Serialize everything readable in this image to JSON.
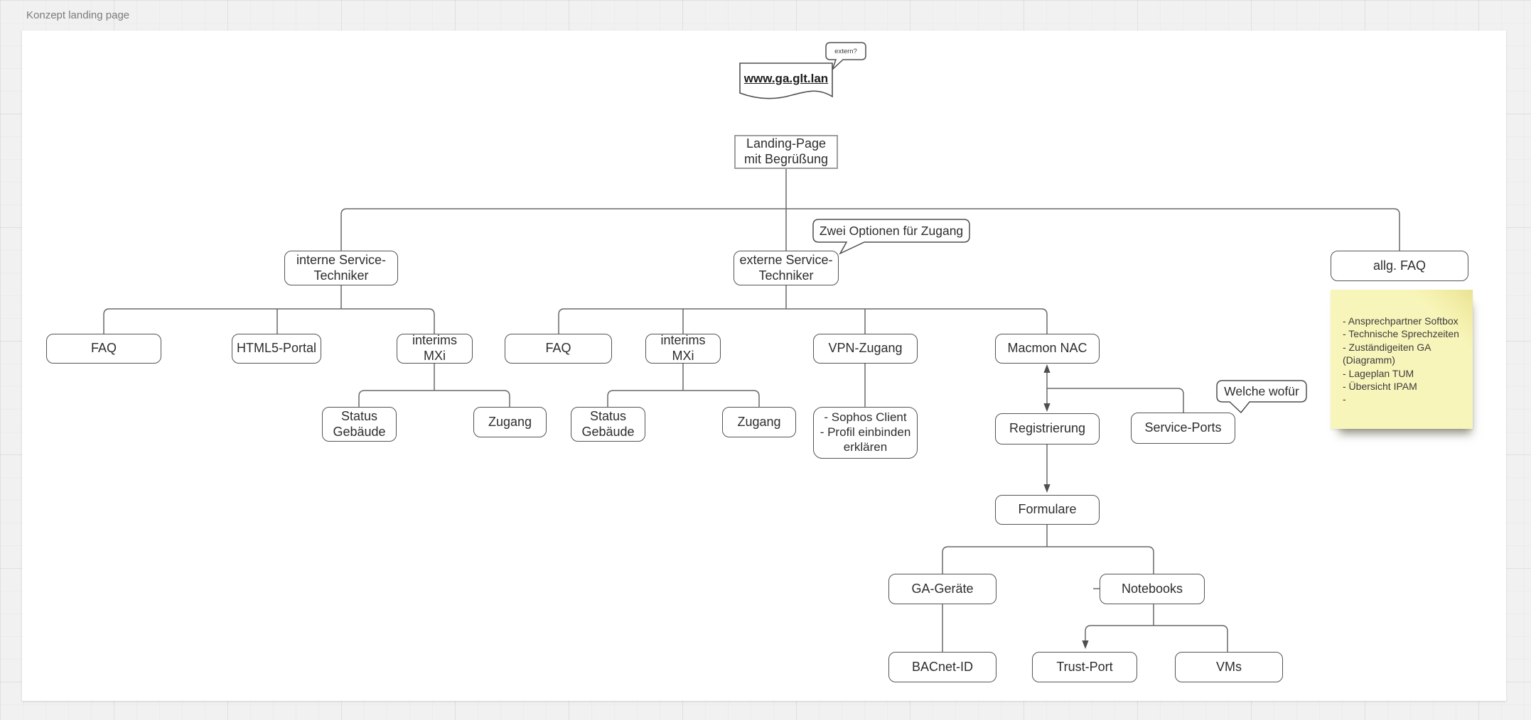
{
  "page": {
    "title": "Konzept landing page"
  },
  "callouts": {
    "extern": "extern?",
    "zwei_optionen": "Zwei Optionen für Zugang",
    "welche_wofuer": "Welche wofür"
  },
  "nodes": {
    "url": "www.ga.glt.lan",
    "landing": "Landing-Page mit Begrüßung",
    "interne": "interne Service-Techniker",
    "externe": "externe Service-Techniker",
    "allg_faq": "allg. FAQ",
    "faq_intern": "FAQ",
    "html5_portal": "HTML5-Portal",
    "interims_mxi_intern": "interims MXi",
    "faq_extern": "FAQ",
    "interims_mxi_extern": "interims MXi",
    "vpn_zugang": "VPN-Zugang",
    "macmon_nac": "Macmon NAC",
    "status_gebaeude_intern": "Status Gebäude",
    "zugang_intern": "Zugang",
    "status_gebaeude_extern": "Status Gebäude",
    "zugang_extern": "Zugang",
    "sophos": "- Sophos Client\n- Profil einbinden\nerklären",
    "registrierung": "Registrierung",
    "service_ports": "Service-Ports",
    "formulare": "Formulare",
    "ga_geraete": "GA-Geräte",
    "notebooks": "Notebooks",
    "bacnet_id": "BACnet-ID",
    "trust_port": "Trust-Port",
    "vms": "VMs"
  },
  "sticky_note": {
    "text": "- Ansprechpartner Softbox\n- Technische Sprechzeiten\n- Zuständigeiten GA\n(Diagramm)\n- Lageplan TUM\n- Übersicht IPAM\n-",
    "color": "#f8f5ba"
  },
  "colors": {
    "background": "#f1f1f1",
    "canvas": "#ffffff",
    "box_border": "#545454",
    "line": "#686868",
    "text": "#2d2d2d"
  }
}
